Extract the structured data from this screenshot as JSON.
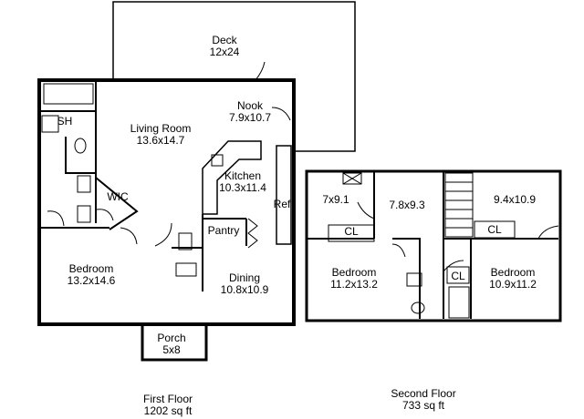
{
  "first_floor": {
    "deck": {
      "name": "Deck",
      "dims": "12x24"
    },
    "nook": {
      "name": "Nook",
      "dims": "7.9x10.7"
    },
    "living_room": {
      "name": "Living Room",
      "dims": "13.6x14.7"
    },
    "sh": {
      "name": "SH"
    },
    "wic": {
      "name": "WIC"
    },
    "kitchen": {
      "name": "Kitchen",
      "dims": "10.3x11.4"
    },
    "ref": {
      "name": "Ref"
    },
    "pantry": {
      "name": "Pantry"
    },
    "bedroom": {
      "name": "Bedroom",
      "dims": "13.2x14.6"
    },
    "dining": {
      "name": "Dining",
      "dims": "10.8x10.9"
    },
    "porch": {
      "name": "Porch",
      "dims": "5x8"
    },
    "caption": {
      "title": "First Floor",
      "area": "1202 sq ft"
    }
  },
  "second_floor": {
    "room_a": {
      "dims": "7x9.1"
    },
    "room_b": {
      "dims": "7.8x9.3"
    },
    "room_c": {
      "dims": "9.4x10.9"
    },
    "cl_left": {
      "name": "CL"
    },
    "cl_right": {
      "name": "CL"
    },
    "cl_bath": {
      "name": "CL"
    },
    "bedroom_left": {
      "name": "Bedroom",
      "dims": "11.2x13.2"
    },
    "bedroom_right": {
      "name": "Bedroom",
      "dims": "10.9x11.2"
    },
    "caption": {
      "title": "Second Floor",
      "area": "733 sq ft"
    }
  },
  "colors": {
    "wall": "#000000",
    "background": "#ffffff"
  }
}
